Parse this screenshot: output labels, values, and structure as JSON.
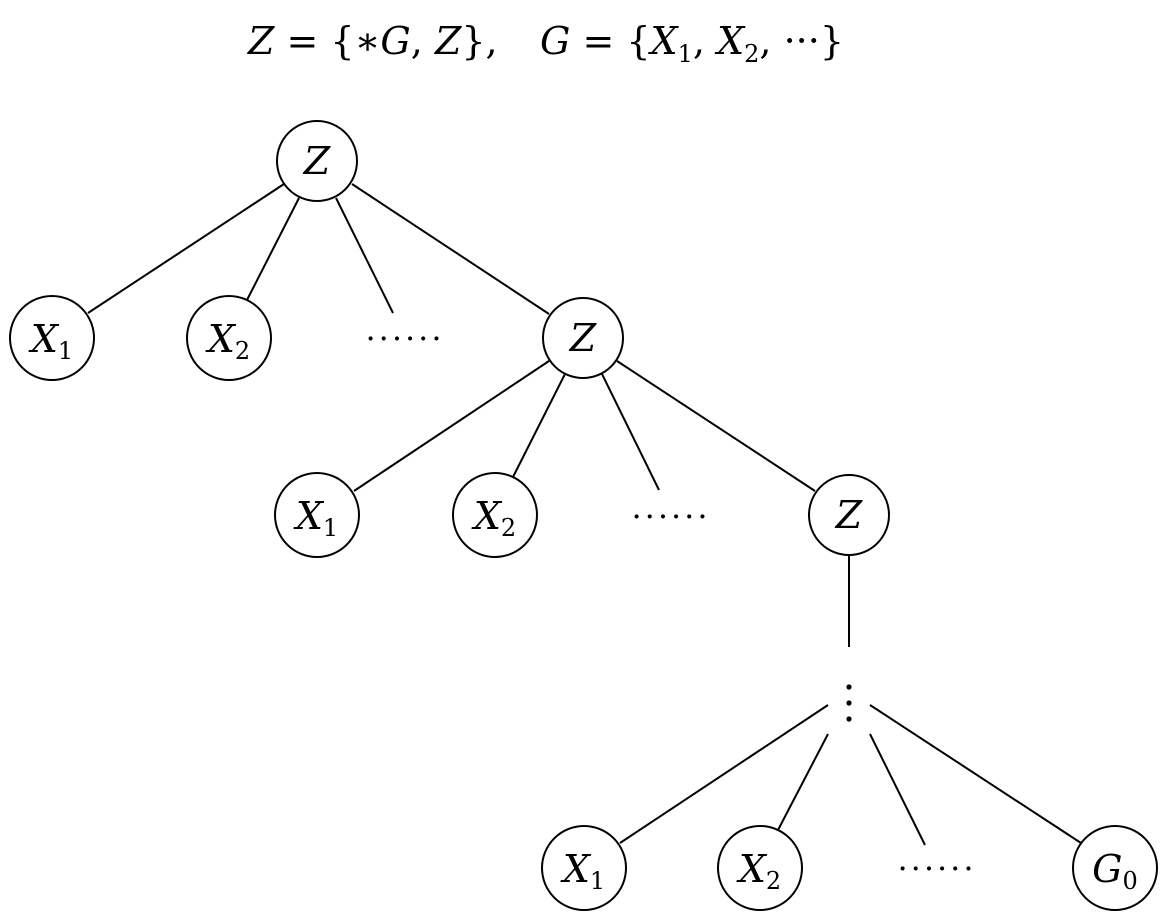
{
  "header": {
    "formula_z": {
      "lhs": "Z",
      "eq": " = {∗",
      "g": "G",
      "comma": ", ",
      "z": "Z",
      "close": "},"
    },
    "formula_g": {
      "lhs": "G",
      "eq": " = {",
      "x1": "X",
      "x1_sub": "1",
      "sep1": ", ",
      "x2": "X",
      "x2_sub": "2",
      "sep2": ", ",
      "cdots": "···",
      "close": "}"
    }
  },
  "tree": {
    "level1": {
      "root": {
        "label": "Z",
        "sub": ""
      },
      "child1": {
        "label": "X",
        "sub": "1"
      },
      "child2": {
        "label": "X",
        "sub": "2"
      },
      "ellipsis": "......",
      "recursive": {
        "label": "Z",
        "sub": ""
      }
    },
    "level2": {
      "child1": {
        "label": "X",
        "sub": "1"
      },
      "child2": {
        "label": "X",
        "sub": "2"
      },
      "ellipsis": "......",
      "recursive": {
        "label": "Z",
        "sub": ""
      }
    },
    "level3": {
      "child1": {
        "label": "X",
        "sub": "1"
      },
      "child2": {
        "label": "X",
        "sub": "2"
      },
      "ellipsis": "......",
      "terminal": {
        "label": "G",
        "sub": "0"
      }
    }
  }
}
